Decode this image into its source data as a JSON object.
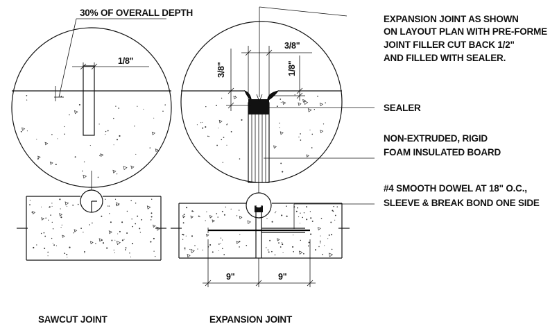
{
  "sawcut": {
    "depth_note": "30% OF OVERALL DEPTH",
    "width_dim": "1/8\"",
    "title": "SAWCUT JOINT"
  },
  "expansion": {
    "note_lines": [
      "EXPANSION JOINT AS SHOWN",
      "ON LAYOUT PLAN WITH PRE-FORME",
      "JOINT FILLER CUT BACK 1/2\"",
      "AND FILLED WITH SEALER."
    ],
    "width_dim": "3/8\"",
    "depth_dim_left": "3/8\"",
    "depth_dim_right": "1/8\"",
    "sealer_label": "SEALER",
    "board_label_lines": [
      "NON-EXTRUDED, RIGID",
      "FOAM INSULATED BOARD"
    ],
    "dowel_label_lines": [
      "#4 SMOOTH DOWEL AT 18\" O.C.,",
      "SLEEVE & BREAK BOND ONE SIDE"
    ],
    "dowel_dim_left": "9\"",
    "dowel_dim_right": "9\"",
    "title": "EXPANSION JOINT"
  }
}
